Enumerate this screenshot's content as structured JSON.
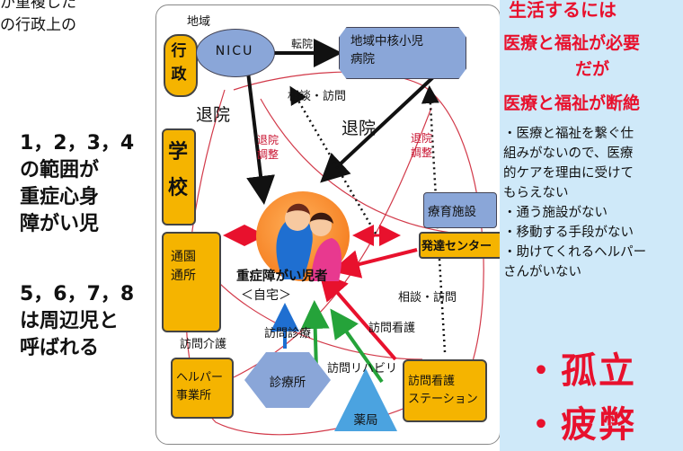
{
  "left": {
    "top_lines": [
      "が重複した",
      "の行政上の"
    ],
    "group1": [
      "1，2，3，4",
      "の範囲が",
      "重症心身",
      "障がい児"
    ],
    "group2": [
      "5，6，7，8",
      "は周辺児と",
      "呼ばれる"
    ]
  },
  "diagram": {
    "region_label": "地域",
    "gov": "行\n政",
    "nicu": "NICU",
    "transfer": "転院",
    "hospital": "地域中核小児\n病院",
    "consult_top": "相談・訪問",
    "discharge_left": "退院",
    "discharge_right": "退院",
    "adjust_left": "退院\n調整",
    "adjust_right": "退院\n調整",
    "school": "学\n校",
    "day_facility": "通園\n通所",
    "child_label": "重症障がい児者",
    "home": "＜自宅＞",
    "rehab_facility": "療育施設",
    "dev_center": "発達センター",
    "consult_right": "相談・訪問",
    "home_nursing": "訪問看護",
    "home_care": "訪問介護",
    "home_visit": "訪問診療",
    "home_rehab": "訪問リハビリ",
    "helper": "ヘルパー\n事業所",
    "clinic": "診療所",
    "pharmacy": "薬局",
    "nursing_station": "訪問看護\nステーション"
  },
  "right": {
    "title1": "生活するには",
    "title2": "医療と福祉が必要",
    "title3": "だが",
    "title4": "医療と福祉が断絶",
    "lines": [
      "・医療と福祉を繋ぐ仕",
      "組みがないので、医療",
      "的ケアを理由に受けて",
      "もらえない",
      "・通う施設がない",
      "・移動する手段がない",
      "・助けてくれるヘルパー",
      "さんがいない"
    ],
    "iso": "・孤立",
    "fatigue": "・疲弊"
  }
}
